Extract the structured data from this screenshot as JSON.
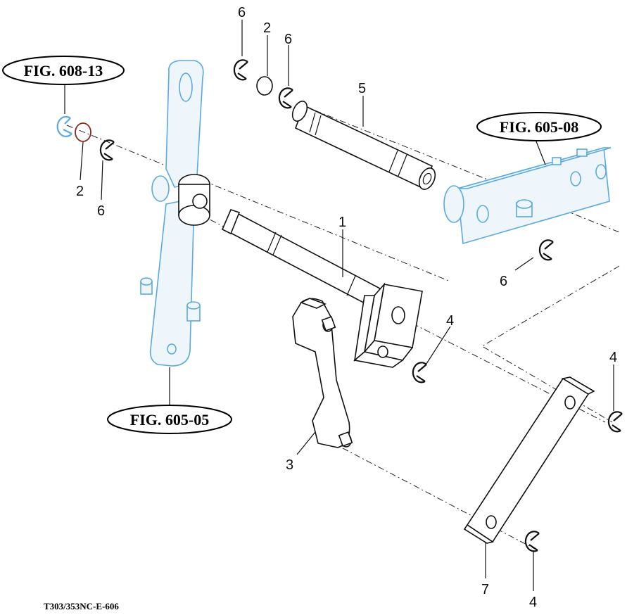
{
  "callouts": {
    "top_left": "FIG. 608-13",
    "right": "FIG. 605-08",
    "bottom_left": "FIG. 605-05"
  },
  "labels": {
    "n6_top_a": "6",
    "n2_top": "2",
    "n6_top_b": "6",
    "n5": "5",
    "n2_left": "2",
    "n6_left": "6",
    "n1": "1",
    "n6_right": "6",
    "n4_mid": "4",
    "n4_right": "4",
    "n3": "3",
    "n7": "7",
    "n4_bottom": "4"
  },
  "drawing_code": "T303/353NC-E-606",
  "colors": {
    "reference_blue": "#5aa9e0",
    "line_black": "#111111"
  }
}
